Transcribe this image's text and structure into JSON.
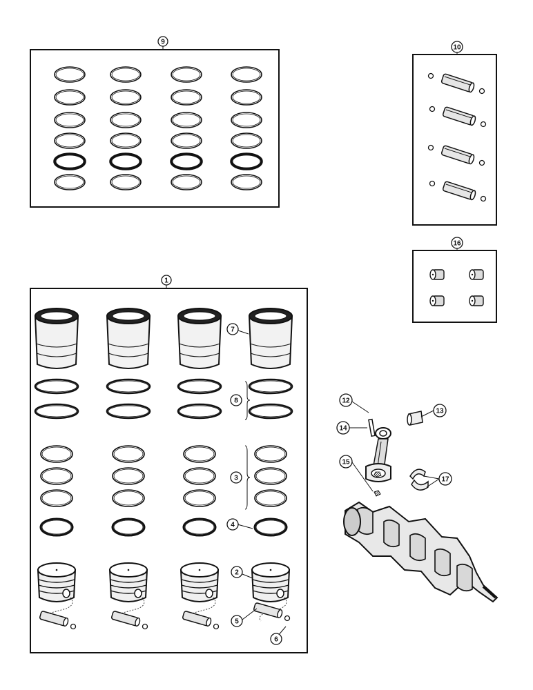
{
  "callouts": {
    "c1": "1",
    "c2": "2",
    "c3": "3",
    "c4": "4",
    "c5": "5",
    "c6": "6",
    "c7": "7",
    "c8": "8",
    "c9": "9",
    "c10": "10",
    "c12": "12",
    "c13": "13",
    "c14": "14",
    "c15": "15",
    "c16": "16",
    "c17": "17"
  }
}
